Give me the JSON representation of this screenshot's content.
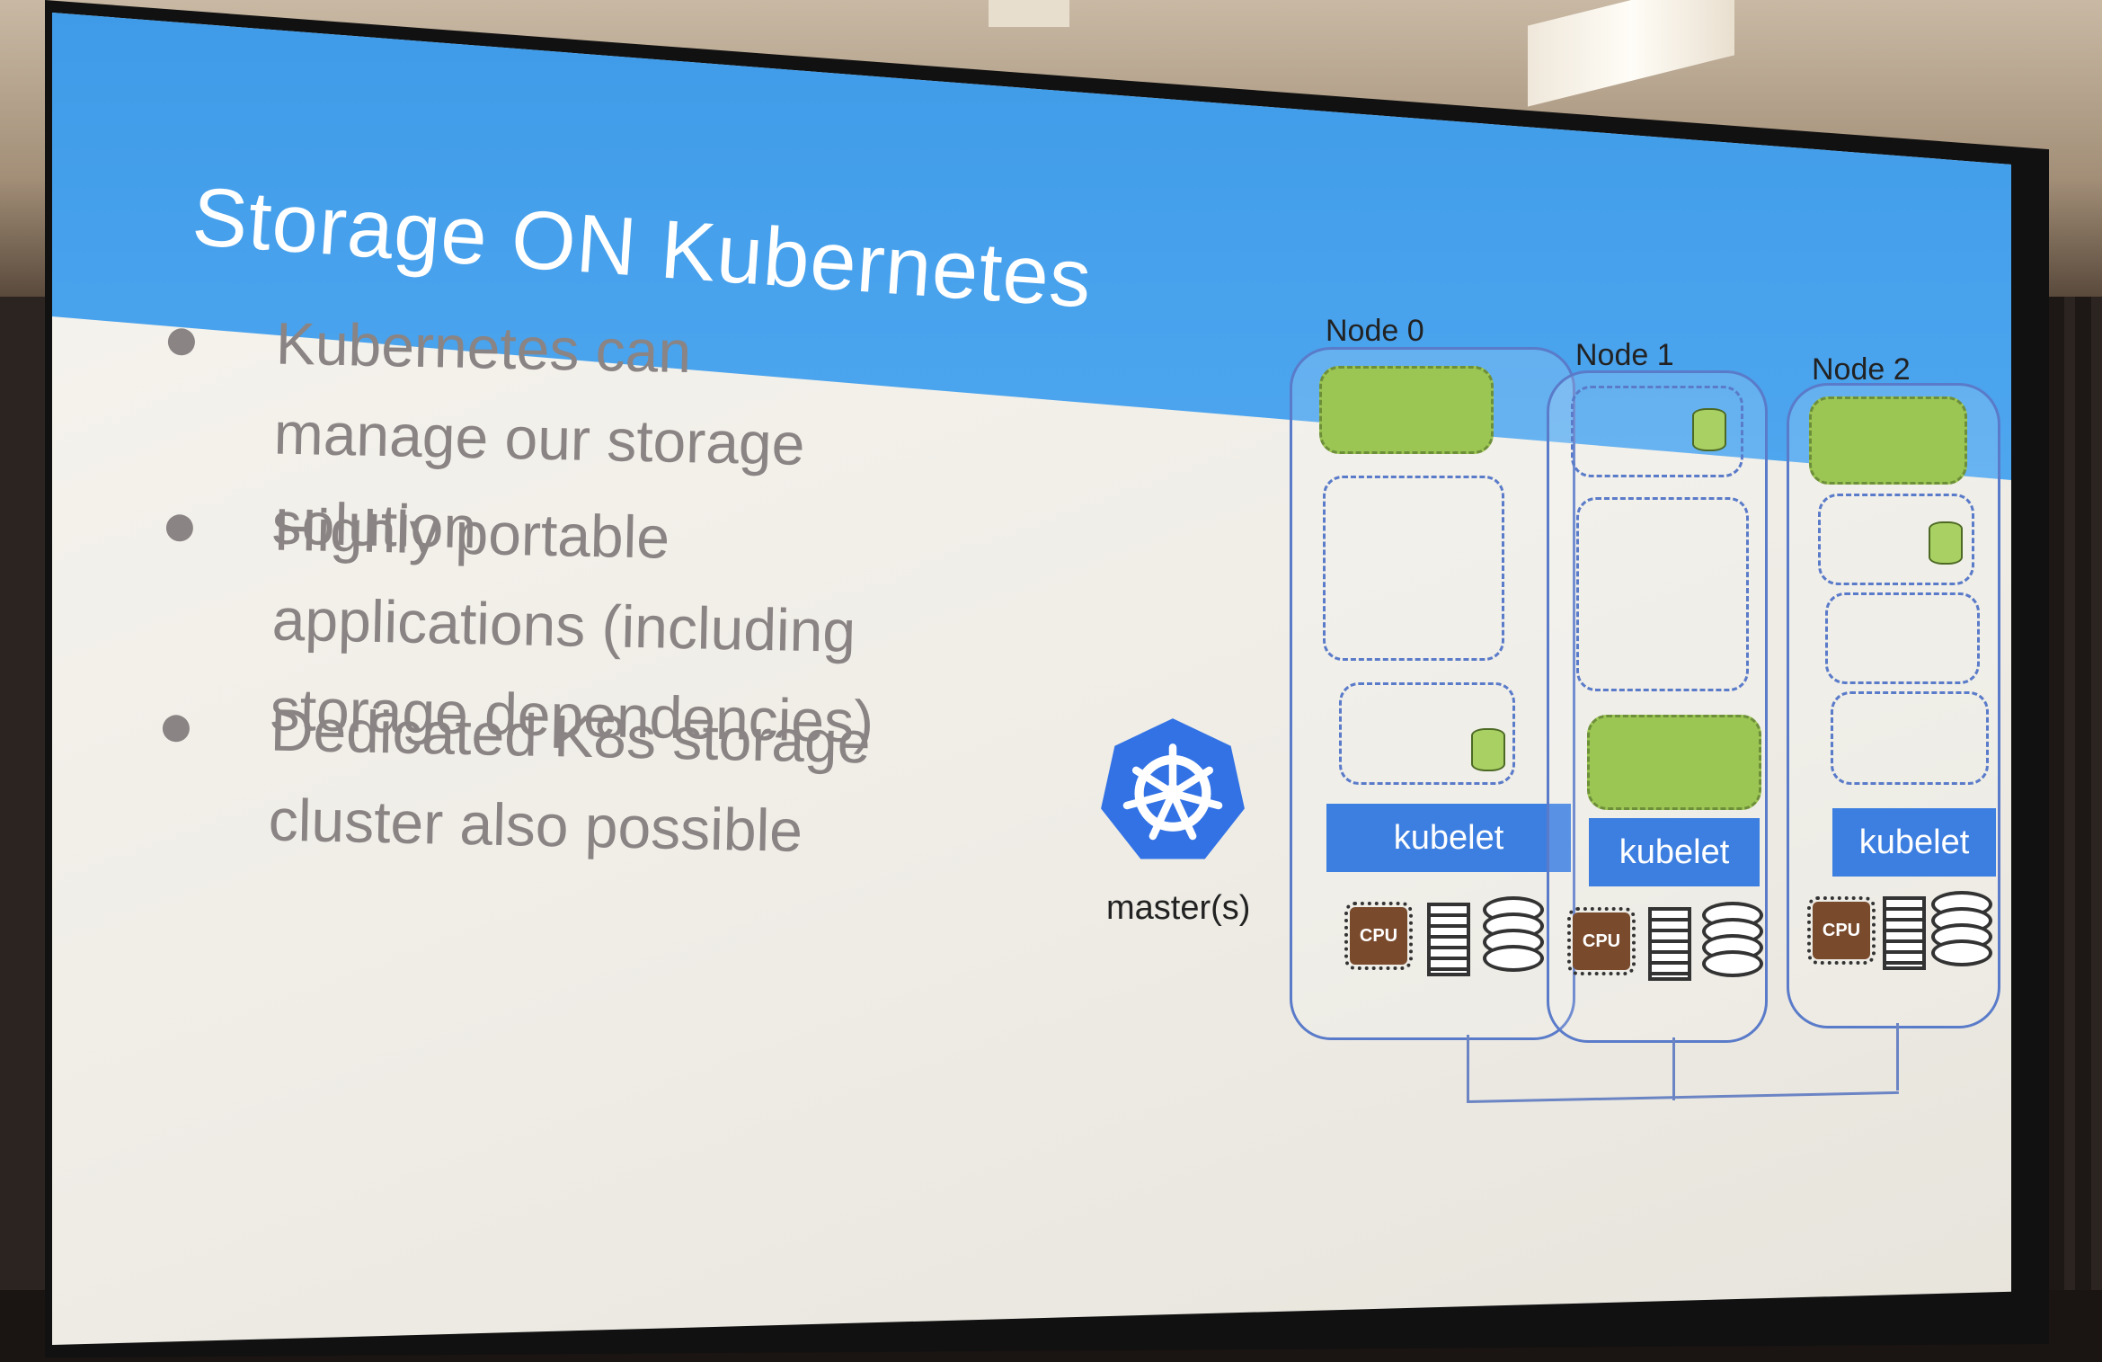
{
  "slide": {
    "title": "Storage ON Kubernetes",
    "bullets": [
      "Kubernetes can\nmanage our storage\nsolution",
      "Highly portable\napplications (including\nstorage dependencies)",
      "Dedicated K8s storage\ncluster also possible"
    ]
  },
  "diagram": {
    "master_label": "master(s)",
    "kubelet_label": "kubelet",
    "cpu_label": "CPU",
    "nodes": [
      {
        "label": "Node 0"
      },
      {
        "label": "Node 1"
      },
      {
        "label": "Node 2"
      }
    ],
    "colors": {
      "accent_blue": "#3d7fe0",
      "pod_green": "#9bc653",
      "title_bar": "#4ea6ef"
    }
  },
  "icons": [
    "kubernetes-logo-icon",
    "cpu-icon",
    "memory-icon",
    "disk-icon",
    "volume-icon"
  ]
}
